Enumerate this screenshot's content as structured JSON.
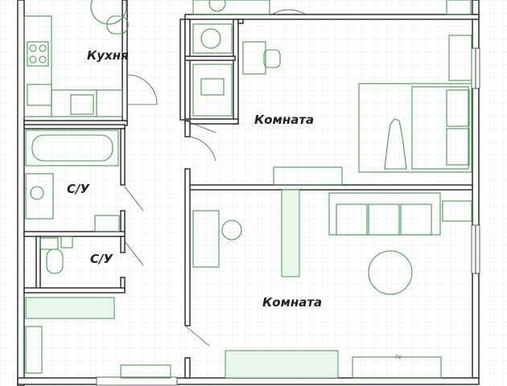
{
  "rooms": {
    "kitchen": "Кухня",
    "room1": "Комната",
    "bath1": "С/У",
    "bath2": "С/У",
    "room2": "Комната"
  },
  "tv_label": "TV",
  "colors": {
    "wall": "#3a3a3a",
    "furniture": "#3f9c4a",
    "grid": "#e4ebf3"
  }
}
